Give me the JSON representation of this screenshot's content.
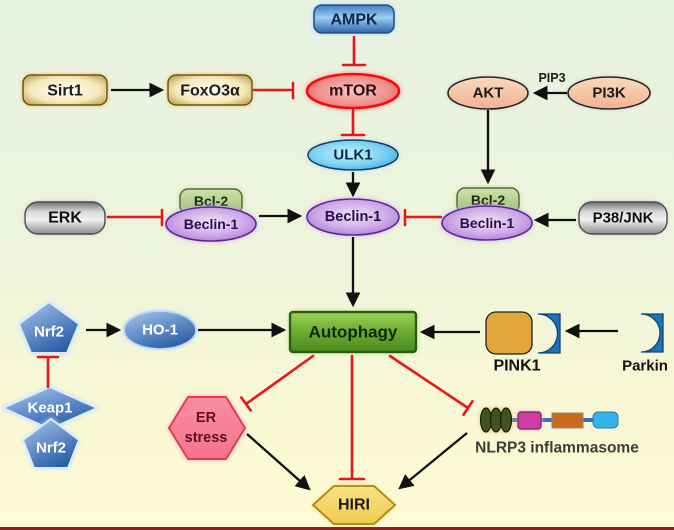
{
  "nodes": {
    "ampk": "AMPK",
    "sirt1": "Sirt1",
    "foxo3a": "FoxO3α",
    "mtor": "mTOR",
    "akt": "AKT",
    "pip3": "PIP3",
    "pi3k": "PI3K",
    "ulk1": "ULK1",
    "erk": "ERK",
    "bcl2_left": "Bcl-2",
    "beclin1_left": "Beclin-1",
    "beclin1_center": "Beclin-1",
    "bcl2_right": "Bcl-2",
    "beclin1_right": "Beclin-1",
    "p38_jnk": "P38/JNK",
    "nrf2_free": "Nrf2",
    "ho1": "HO-1",
    "autophagy": "Autophagy",
    "pink1": "PINK1",
    "parkin": "Parkin",
    "keap1": "Keap1",
    "nrf2_bound": "Nrf2",
    "er_stress_line1": "ER",
    "er_stress_line2": "stress",
    "nlrp3": "NLRP3 inflammasome",
    "hiri": "HIRI"
  },
  "edges": [
    {
      "from": "Sirt1",
      "to": "FoxO3α",
      "type": "activation"
    },
    {
      "from": "FoxO3α",
      "to": "mTOR",
      "type": "inhibition"
    },
    {
      "from": "AMPK",
      "to": "mTOR",
      "type": "inhibition"
    },
    {
      "from": "PI3K",
      "to": "AKT",
      "type": "activation",
      "label": "PIP3"
    },
    {
      "from": "AKT",
      "to": "Bcl-2/Beclin-1 (right)",
      "type": "activation"
    },
    {
      "from": "mTOR",
      "to": "ULK1",
      "type": "inhibition"
    },
    {
      "from": "ULK1",
      "to": "Beclin-1",
      "type": "activation"
    },
    {
      "from": "ERK",
      "to": "Bcl-2/Beclin-1 (left)",
      "type": "inhibition"
    },
    {
      "from": "Bcl-2/Beclin-1 (left)",
      "to": "Beclin-1",
      "type": "activation"
    },
    {
      "from": "Bcl-2/Beclin-1 (right)",
      "to": "Beclin-1",
      "type": "inhibition"
    },
    {
      "from": "P38/JNK",
      "to": "Bcl-2/Beclin-1 (right)",
      "type": "activation"
    },
    {
      "from": "Beclin-1",
      "to": "Autophagy",
      "type": "activation"
    },
    {
      "from": "Keap1/Nrf2",
      "to": "Nrf2",
      "type": "inhibition"
    },
    {
      "from": "Nrf2",
      "to": "HO-1",
      "type": "activation"
    },
    {
      "from": "HO-1",
      "to": "Autophagy",
      "type": "activation"
    },
    {
      "from": "Parkin",
      "to": "PINK1",
      "type": "activation"
    },
    {
      "from": "PINK1",
      "to": "Autophagy",
      "type": "activation"
    },
    {
      "from": "Autophagy",
      "to": "ER stress",
      "type": "inhibition"
    },
    {
      "from": "Autophagy",
      "to": "HIRI",
      "type": "inhibition"
    },
    {
      "from": "Autophagy",
      "to": "NLRP3 inflammasome",
      "type": "inhibition"
    },
    {
      "from": "ER stress",
      "to": "HIRI",
      "type": "activation"
    },
    {
      "from": "NLRP3 inflammasome",
      "to": "HIRI",
      "type": "activation"
    }
  ],
  "colors": {
    "activation_arrow": "#111111",
    "inhibition_bar": "#e8151a",
    "background_top": "#e8f2e1",
    "background_bottom": "#fefcd6",
    "bottom_rule": "#8b2222",
    "ampk_blue": "#3d7fc1",
    "gold_node": "#b8912a",
    "mtor_red": "#e03a35",
    "peach_node": "#f2b795",
    "ulk1_cyan": "#2f96dc",
    "gray_node": "#8c8c8c",
    "bcl2_green": "#a3c279",
    "beclin_purple": "#9c5fce",
    "autophagy_green": "#6cab31",
    "navy_blue_node": "#2a5fa8",
    "er_stress_pink": "#f4748c",
    "hiri_yellow": "#f0cc4e",
    "pink1_orange": "#e2a63c",
    "parkin_blue": "#1f72b8",
    "nlrp3_olive": "#42521d",
    "nlrp3_magenta": "#cf3da4",
    "nlrp3_orange": "#c96a1e",
    "nlrp3_cyan": "#36b3ea"
  }
}
